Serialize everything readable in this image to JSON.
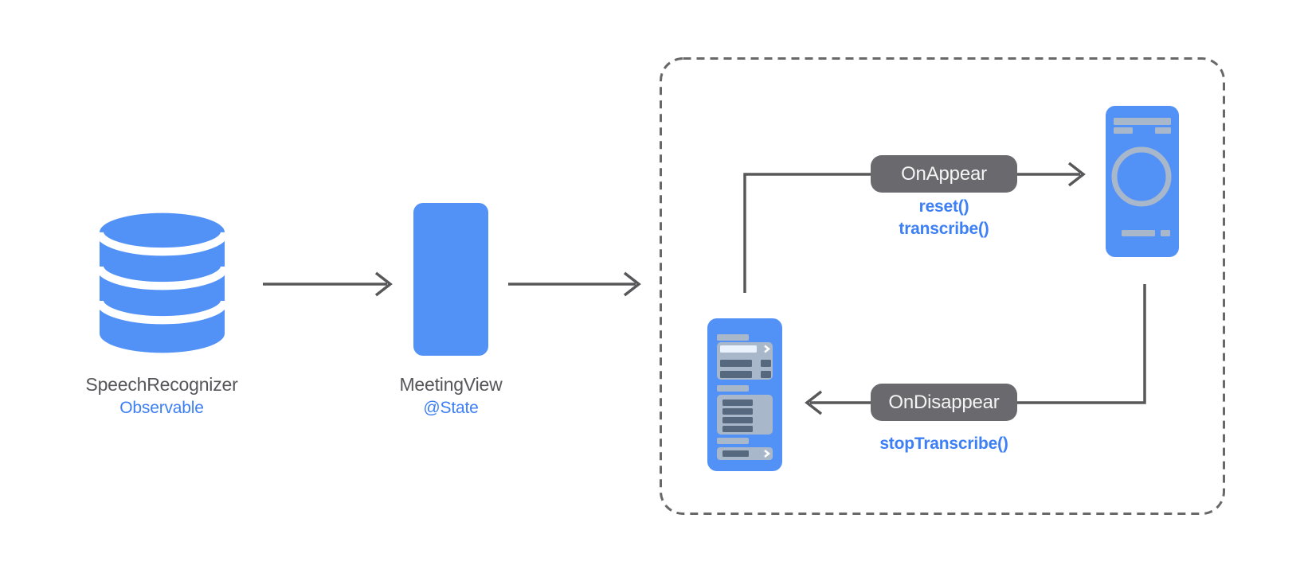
{
  "nodes": {
    "speech_recognizer": {
      "title": "SpeechRecognizer",
      "subtitle": "Observable",
      "icon": "database-icon"
    },
    "meeting_view": {
      "title": "MeetingView",
      "subtitle": "@State",
      "icon": "blue-view-rect"
    }
  },
  "detail_box": {
    "list_screen_icon": "scrum-list-screen-icon",
    "recorder_screen_icon": "voice-recorder-screen-icon",
    "on_appear": {
      "label": "OnAppear",
      "calls": [
        "reset()",
        "transcribe()"
      ]
    },
    "on_disappear": {
      "label": "OnDisappear",
      "calls": [
        "stopTranscribe()"
      ]
    }
  },
  "colors": {
    "icon_blue": "#5292F7",
    "accent_blue": "#3D7FF5",
    "title_gray": "#56565A",
    "connector_gray": "#58585A",
    "label_box_gray": "#6A6A6E",
    "label_text_white": "#F4F4F5",
    "screen_gray": "#A9B7CB",
    "screen_dark": "#56687E",
    "screen_light": "#EAF2FD",
    "dash_gray": "#686868",
    "background": "#FFFFFF"
  }
}
